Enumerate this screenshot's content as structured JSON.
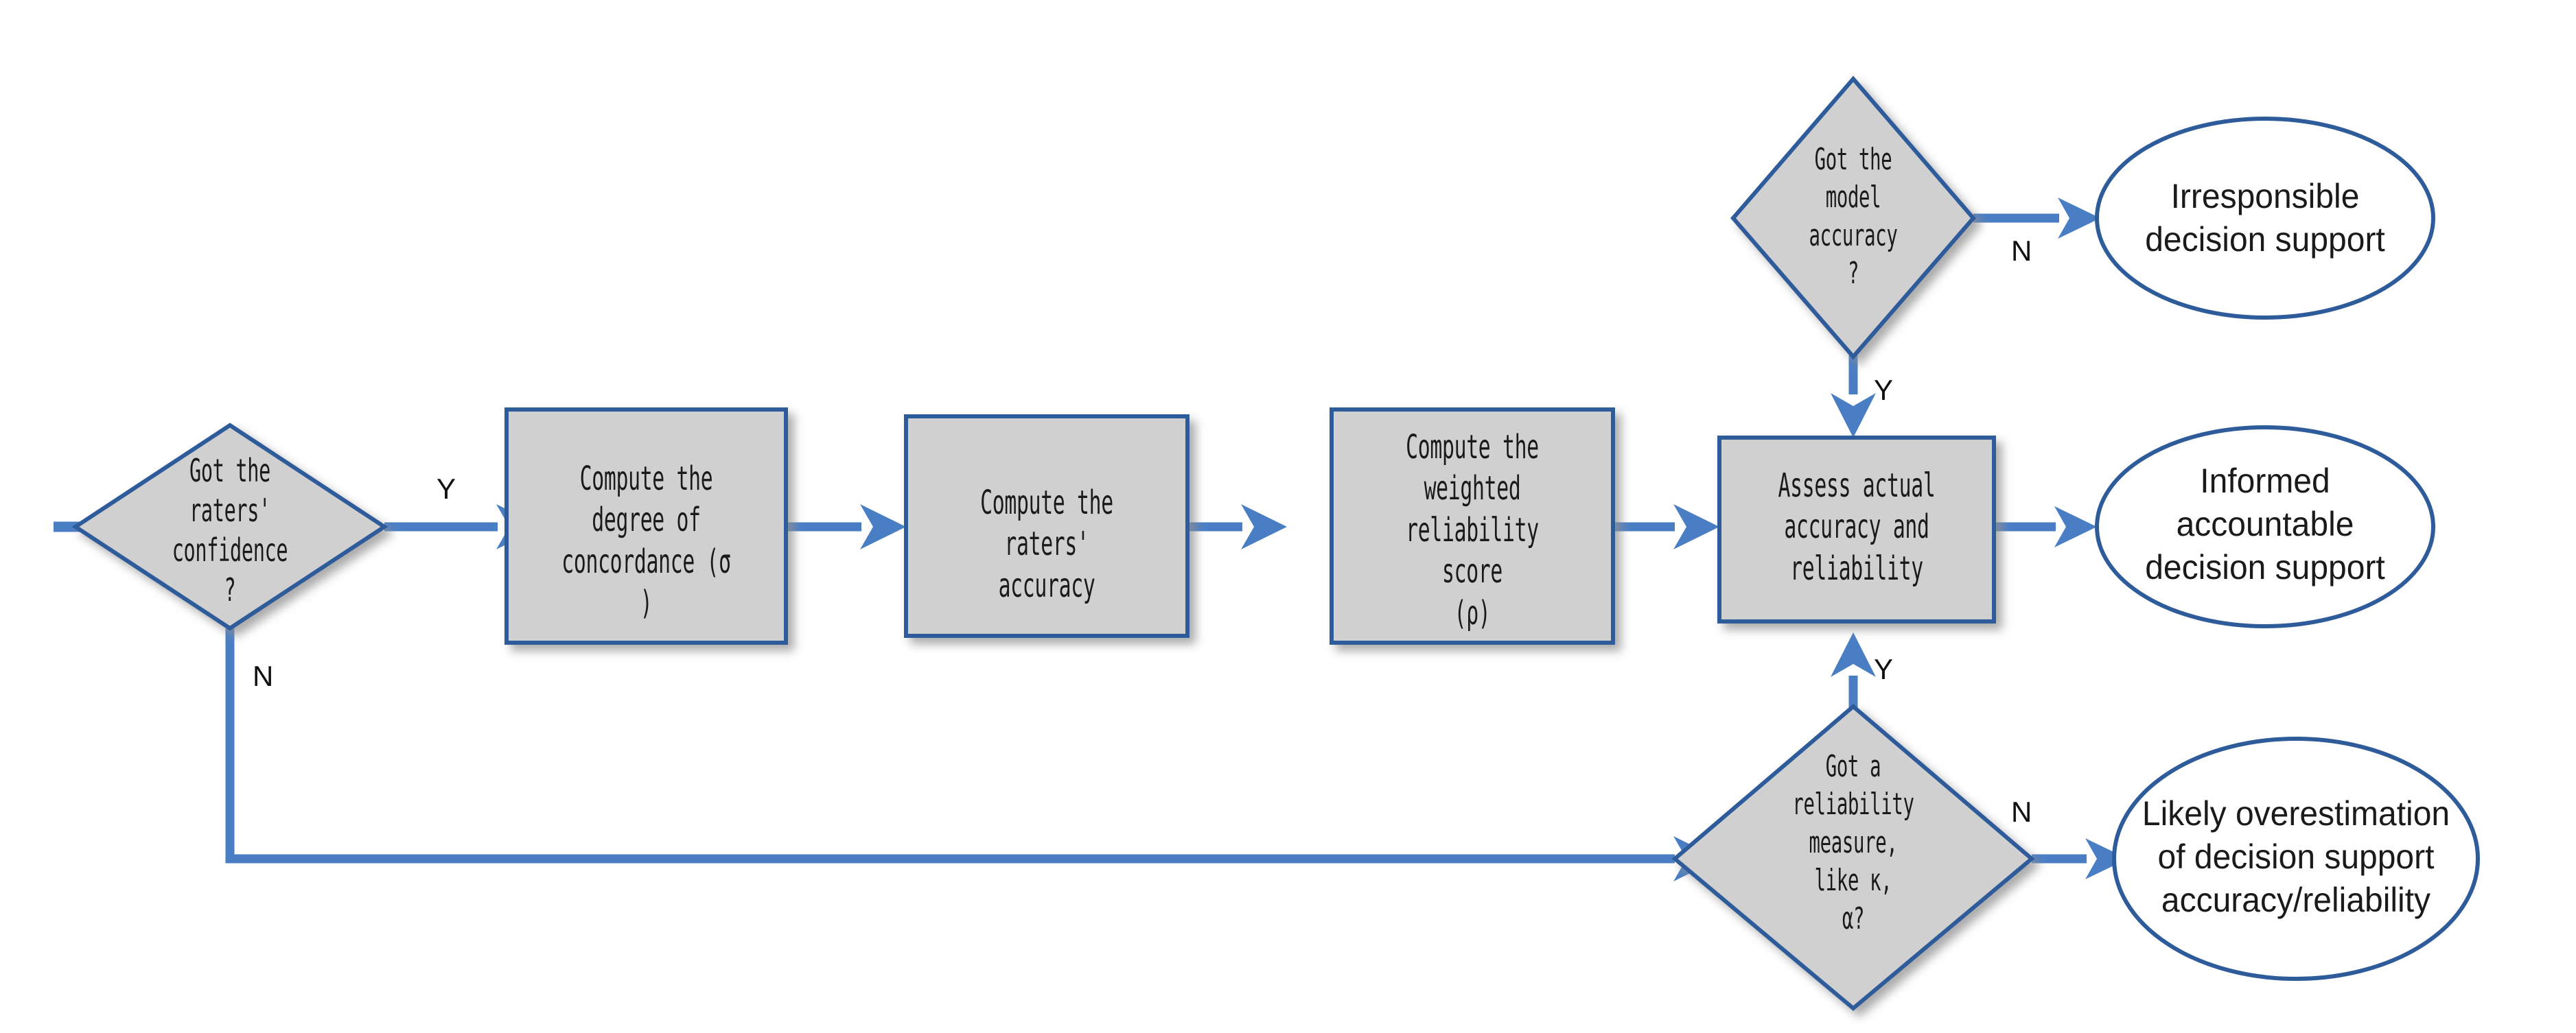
{
  "diagram": {
    "title": "Reliability and accuracy decision-support flowchart",
    "colors": {
      "connector": "#4a7ec4",
      "shape_border": "#2e5b9a",
      "shape_fill": "#d0d0d0",
      "ellipse_fill": "#ffffff",
      "background": "#ffffff",
      "text": "#1a1a1a"
    },
    "nodes": {
      "decision_raters_confidence": {
        "type": "decision",
        "label": "Got the\nraters'\nconfidence\n?"
      },
      "process_concordance": {
        "type": "process",
        "label": "Compute the\ndegree of\nconcordance (σ )"
      },
      "process_raters_accuracy": {
        "type": "process",
        "label": "Compute the\nraters' accuracy"
      },
      "process_weighted_reliability": {
        "type": "process",
        "label": "Compute the\nweighted\nreliability score\n(ρ)"
      },
      "decision_model_accuracy": {
        "type": "decision",
        "label": "Got the\nmodel\naccuracy\n?"
      },
      "process_assess": {
        "type": "process",
        "label": "Assess actual\naccuracy and\nreliability"
      },
      "decision_reliability_measure": {
        "type": "decision",
        "label": "Got a\nreliability\nmeasure,\nlike κ,\nα?"
      },
      "terminal_irresponsible": {
        "type": "terminal",
        "label": "Irresponsible\ndecision support"
      },
      "terminal_informed": {
        "type": "terminal",
        "label": "Informed\naccountable\ndecision support"
      },
      "terminal_overestimation": {
        "type": "terminal",
        "label": "Likely overestimation\nof decision support\naccuracy/reliability"
      }
    },
    "edges": [
      {
        "id": "entry-stub",
        "from": "",
        "to": "decision_raters_confidence",
        "label": ""
      },
      {
        "id": "raters-yes",
        "from": "decision_raters_confidence",
        "to": "process_concordance",
        "label": "Y"
      },
      {
        "id": "raters-no",
        "from": "decision_raters_confidence",
        "to": "decision_reliability_measure",
        "label": "N"
      },
      {
        "id": "concordance-next",
        "from": "process_concordance",
        "to": "process_raters_accuracy",
        "label": ""
      },
      {
        "id": "accuracy-next",
        "from": "process_raters_accuracy",
        "to": "process_weighted_reliability",
        "label": ""
      },
      {
        "id": "weighted-next",
        "from": "process_weighted_reliability",
        "to": "process_assess",
        "label": ""
      },
      {
        "id": "model-no",
        "from": "decision_model_accuracy",
        "to": "terminal_irresponsible",
        "label": "N"
      },
      {
        "id": "model-yes",
        "from": "decision_model_accuracy",
        "to": "process_assess",
        "label": "Y"
      },
      {
        "id": "assess-out",
        "from": "process_assess",
        "to": "terminal_informed",
        "label": ""
      },
      {
        "id": "measure-yes",
        "from": "decision_reliability_measure",
        "to": "process_assess",
        "label": "Y"
      },
      {
        "id": "measure-no",
        "from": "decision_reliability_measure",
        "to": "terminal_overestimation",
        "label": "N"
      }
    ],
    "edge_labels": {
      "raters_yes": "Y",
      "raters_no": "N",
      "model_no": "N",
      "model_yes": "Y",
      "measure_yes": "Y",
      "measure_no": "N"
    }
  }
}
